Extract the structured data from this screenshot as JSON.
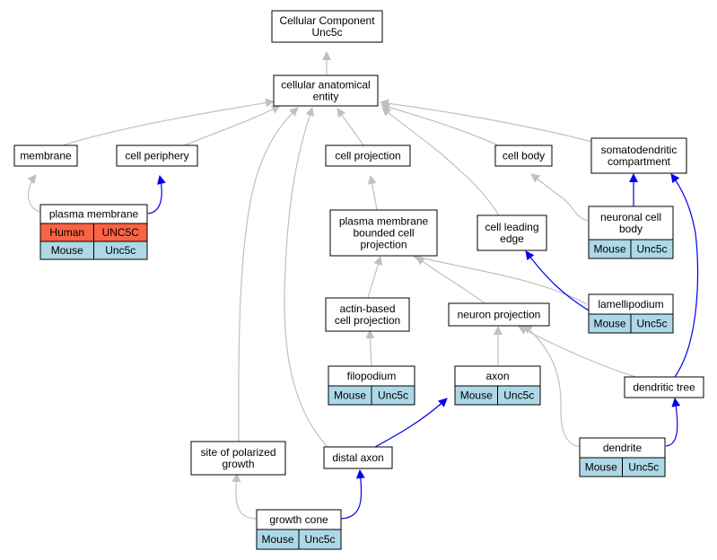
{
  "colors": {
    "is_a_edge": "#c0c0c0",
    "part_of_edge": "#0000ee",
    "human_cell": "#fa6445",
    "mouse_cell": "#add8e6",
    "node_fill": "#ffffff"
  },
  "nodes": {
    "root": [
      "Cellular Component",
      "Unc5c"
    ],
    "cae": [
      "cellular anatomical",
      "entity"
    ],
    "membrane": [
      "membrane"
    ],
    "cellperiph": [
      "cell periphery"
    ],
    "cellproj": [
      "cell projection"
    ],
    "cellbody": [
      "cell body"
    ],
    "somato": [
      "somatodendritic",
      "compartment"
    ],
    "plasmamem": [
      "plasma membrane"
    ],
    "pmbcp": [
      "plasma membrane",
      "bounded cell",
      "projection"
    ],
    "leading": [
      "cell leading",
      "edge"
    ],
    "neuronbody": [
      "neuronal cell",
      "body"
    ],
    "lamelli": [
      "lamellipodium"
    ],
    "actin": [
      "actin-based",
      "cell projection"
    ],
    "neuronproj": [
      "neuron projection"
    ],
    "filo": [
      "filopodium"
    ],
    "axon": [
      "axon"
    ],
    "dendtree": [
      "dendritic tree"
    ],
    "polarized": [
      "site of polarized",
      "growth"
    ],
    "distal": [
      "distal axon"
    ],
    "dendrite": [
      "dendrite"
    ],
    "growthcone": [
      "growth cone"
    ]
  },
  "species_tables": {
    "plasmamem": [
      [
        "Human",
        "UNC5C"
      ],
      [
        "Mouse",
        "Unc5c"
      ]
    ],
    "neuronbody": [
      [
        "Mouse",
        "Unc5c"
      ]
    ],
    "lamelli": [
      [
        "Mouse",
        "Unc5c"
      ]
    ],
    "filo": [
      [
        "Mouse",
        "Unc5c"
      ]
    ],
    "axon": [
      [
        "Mouse",
        "Unc5c"
      ]
    ],
    "dendrite": [
      [
        "Mouse",
        "Unc5c"
      ]
    ],
    "growthcone": [
      [
        "Mouse",
        "Unc5c"
      ]
    ]
  }
}
